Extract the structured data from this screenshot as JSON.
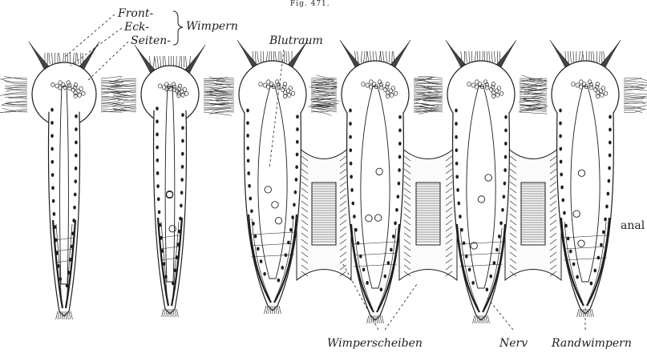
{
  "figure": {
    "caption": "Fig. 471.",
    "labels": {
      "front": "Front-",
      "eck": "Eck-",
      "seiten": "Seiten-",
      "wimpern": "Wimpern",
      "blutraum": "Blutraum",
      "anal": "anal",
      "wimperscheiben": "Wimperscheiben",
      "nerv": "Nerv",
      "randwimpern": "Randwimpern"
    }
  },
  "colors": {
    "ink": "#1e1e1e",
    "paper": "#ffffff"
  }
}
